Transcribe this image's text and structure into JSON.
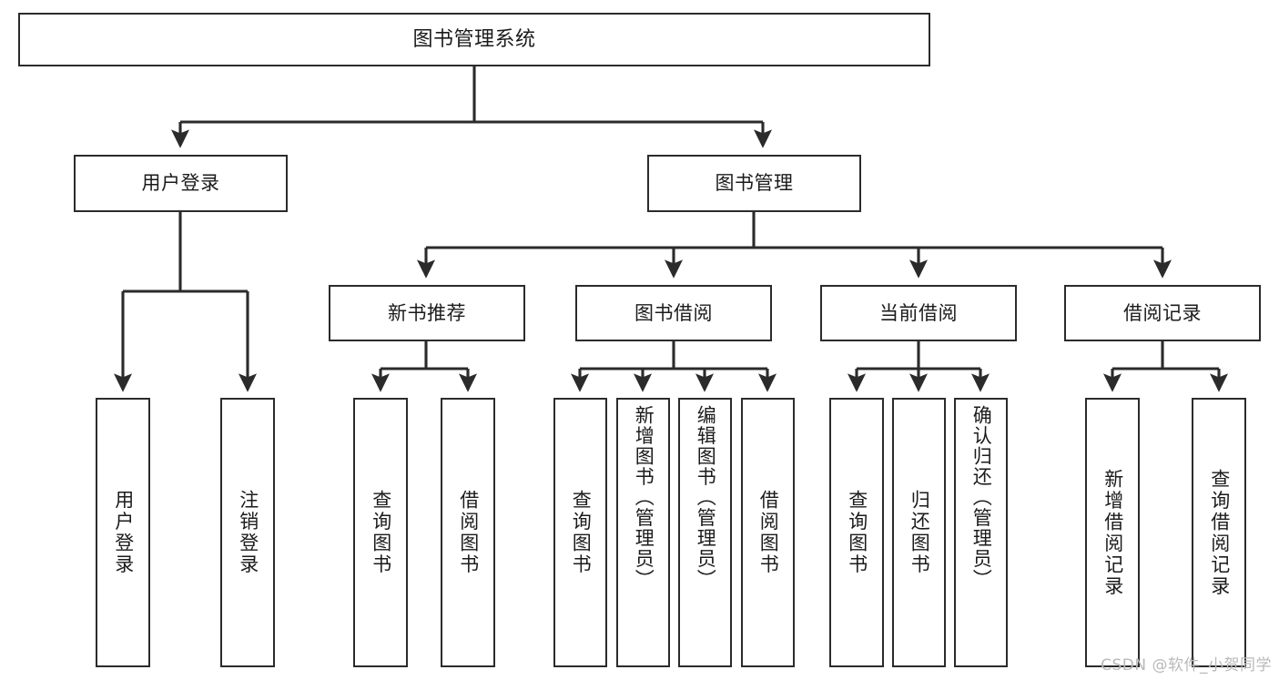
{
  "diagram": {
    "type": "hierarchy-tree",
    "title": "图书管理系统",
    "watermark": "CSDN @软件_小贺同学",
    "colors": {
      "box_border": "#2b2b2b",
      "box_fill": "#ffffff",
      "connector": "#2b2b2b",
      "text": "#1b1b1b",
      "watermark": "#b9b9b9",
      "background": "#ffffff"
    },
    "levels": {
      "root": {
        "label": "图书管理系统"
      },
      "level2": [
        {
          "label": "用户登录"
        },
        {
          "label": "图书管理"
        }
      ],
      "level3": [
        {
          "label": "新书推荐"
        },
        {
          "label": "图书借阅"
        },
        {
          "label": "当前借阅"
        },
        {
          "label": "借阅记录"
        }
      ],
      "leaves": {
        "user_login": [
          {
            "label": "用户登录"
          },
          {
            "label": "注销登录"
          }
        ],
        "new_book_recommend": [
          {
            "label": "查询图书"
          },
          {
            "label": "借阅图书"
          }
        ],
        "book_borrow": [
          {
            "label": "查询图书"
          },
          {
            "label": "新增图书（管理员）"
          },
          {
            "label": "编辑图书（管理员）"
          },
          {
            "label": "借阅图书"
          }
        ],
        "current_borrow": [
          {
            "label": "查询图书"
          },
          {
            "label": "归还图书"
          },
          {
            "label": "确认归还（管理员）"
          }
        ],
        "borrow_record": [
          {
            "label": "新增借阅记录"
          },
          {
            "label": "查询借阅记录"
          }
        ]
      }
    }
  }
}
